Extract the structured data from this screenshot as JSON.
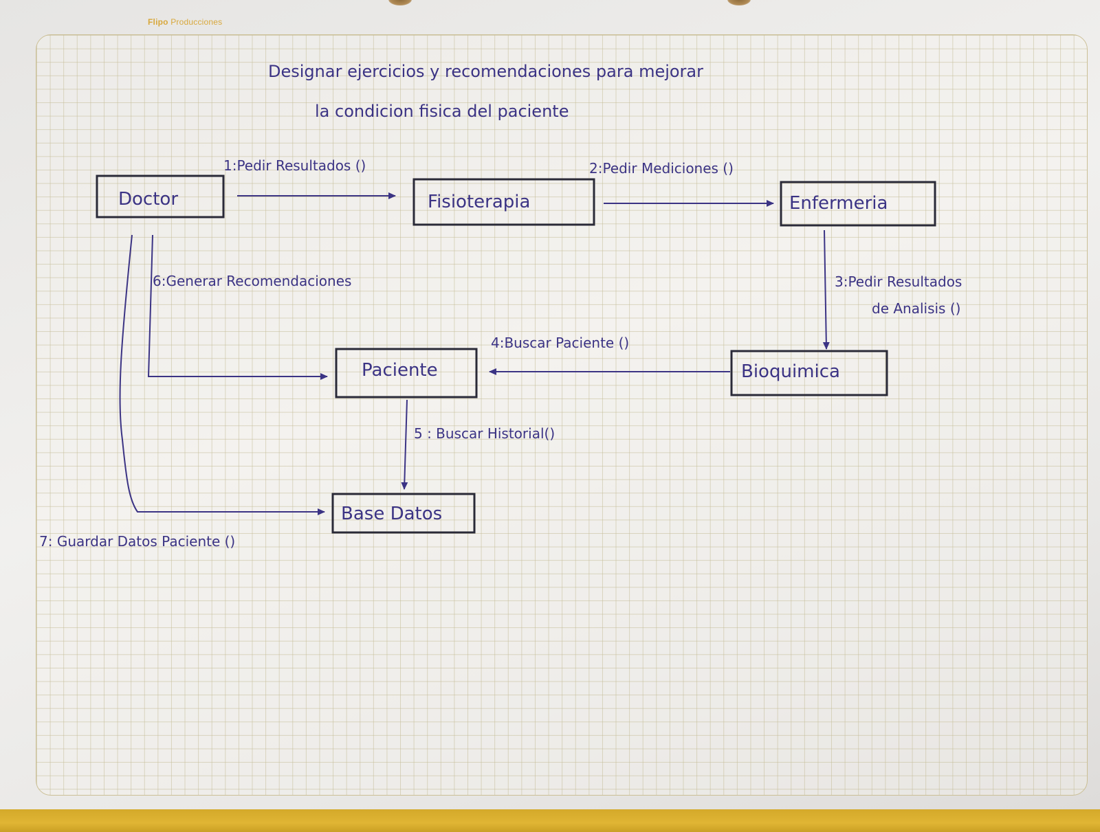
{
  "brand": {
    "name_bold": "Flipo",
    "name_rest": "Producciones"
  },
  "title": {
    "line1": "Designar ejercicios y recomendaciones para mejorar",
    "line2": "la condicion fisica del paciente"
  },
  "nodes": {
    "doctor": "Doctor",
    "fisioterapia": "Fisioterapia",
    "enfermeria": "Enfermeria",
    "bioquimica": "Bioquimica",
    "paciente": "Paciente",
    "base_datos": "Base Datos"
  },
  "messages": {
    "m1": "1:Pedir Resultados ()",
    "m2": "2:Pedir Mediciones ()",
    "m3_line1": "3:Pedir Resultados",
    "m3_line2": "de Analisis ()",
    "m4": "4:Buscar Paciente ()",
    "m5": "5 : Buscar Historial()",
    "m6": "6:Generar Recomendaciones",
    "m7": "7: Guardar Datos Paciente ()"
  },
  "colors": {
    "ink": "#3b3384",
    "grid": "#c4bc96",
    "paper": "#efeeec",
    "band": "#d9ad2e",
    "brand": "#d8a83c"
  }
}
